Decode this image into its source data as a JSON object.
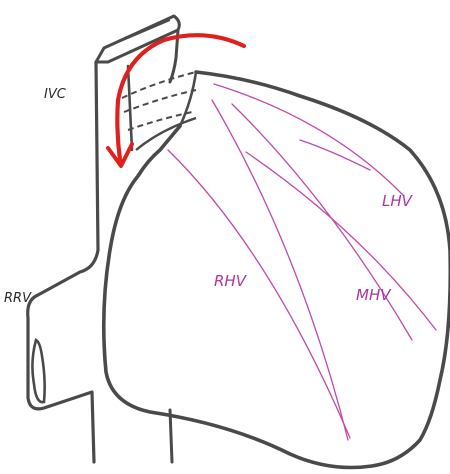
{
  "labels": {
    "ivc": "IVC",
    "rrv": "RRV",
    "rhv": "RHV",
    "mhv": "MHV",
    "lhv": "LHV"
  },
  "colors": {
    "outline": "#4a4a4a",
    "vessel": "#c04aa8",
    "arrow": "#e0201c"
  }
}
